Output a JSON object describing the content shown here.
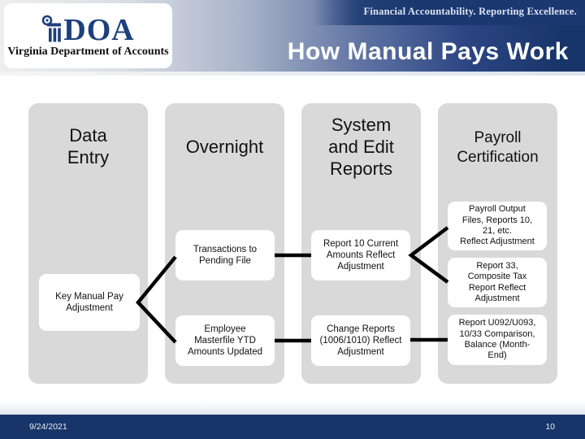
{
  "colors": {
    "navy": "#183569",
    "column_gray": "#d9d9d9",
    "connector_black": "#000000",
    "logo_navy": "#1d3f7d"
  },
  "header": {
    "motto": "Financial Accountability. Reporting Excellence.",
    "title": "How Manual Pays Work",
    "logo": {
      "acronym": "DOA",
      "organization": "Virginia Department of Accounts"
    }
  },
  "flowchart": {
    "columns": [
      {
        "label": "Data\nEntry",
        "boxes": [
          {
            "text": "Key Manual Pay\nAdjustment"
          }
        ]
      },
      {
        "label": "Overnight",
        "boxes": [
          {
            "text": "Transactions to\nPending File"
          },
          {
            "text": "Employee\nMasterfile YTD\nAmounts Updated"
          }
        ]
      },
      {
        "label": "System\nand Edit\nReports",
        "boxes": [
          {
            "text": "Report 10 Current\nAmounts Reflect\nAdjustment"
          },
          {
            "text": "Change Reports\n(1006/1010) Reflect\nAdjustment"
          }
        ]
      },
      {
        "label": "Payroll\nCertification",
        "boxes": [
          {
            "text": "Payroll Output\nFiles, Reports 10,\n21, etc.\nReflect Adjustment"
          },
          {
            "text": "Report 33,\nComposite Tax\nReport Reflect\nAdjustment"
          },
          {
            "text": "Report U092/U093,\n10/33 Comparison,\nBalance (Month-\nEnd)"
          }
        ]
      }
    ]
  },
  "footer": {
    "date": "9/24/2021",
    "page_number": "10"
  }
}
